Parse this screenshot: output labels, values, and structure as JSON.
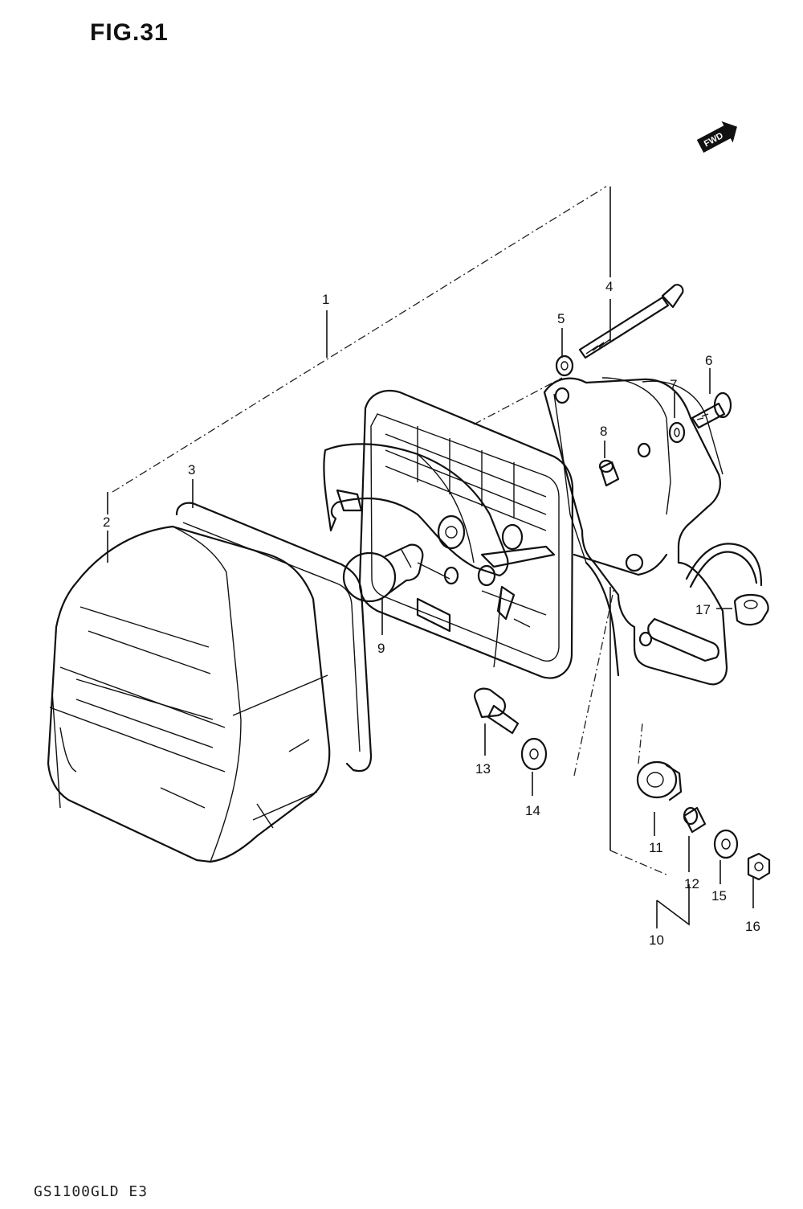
{
  "figure": {
    "title": "FIG.31",
    "footer": "GS1100GLD E3",
    "direction_marker": "FWD",
    "callouts": [
      "1",
      "2",
      "3",
      "4",
      "5",
      "6",
      "7",
      "8",
      "9",
      "10",
      "11",
      "12",
      "13",
      "14",
      "15",
      "16",
      "17"
    ]
  }
}
